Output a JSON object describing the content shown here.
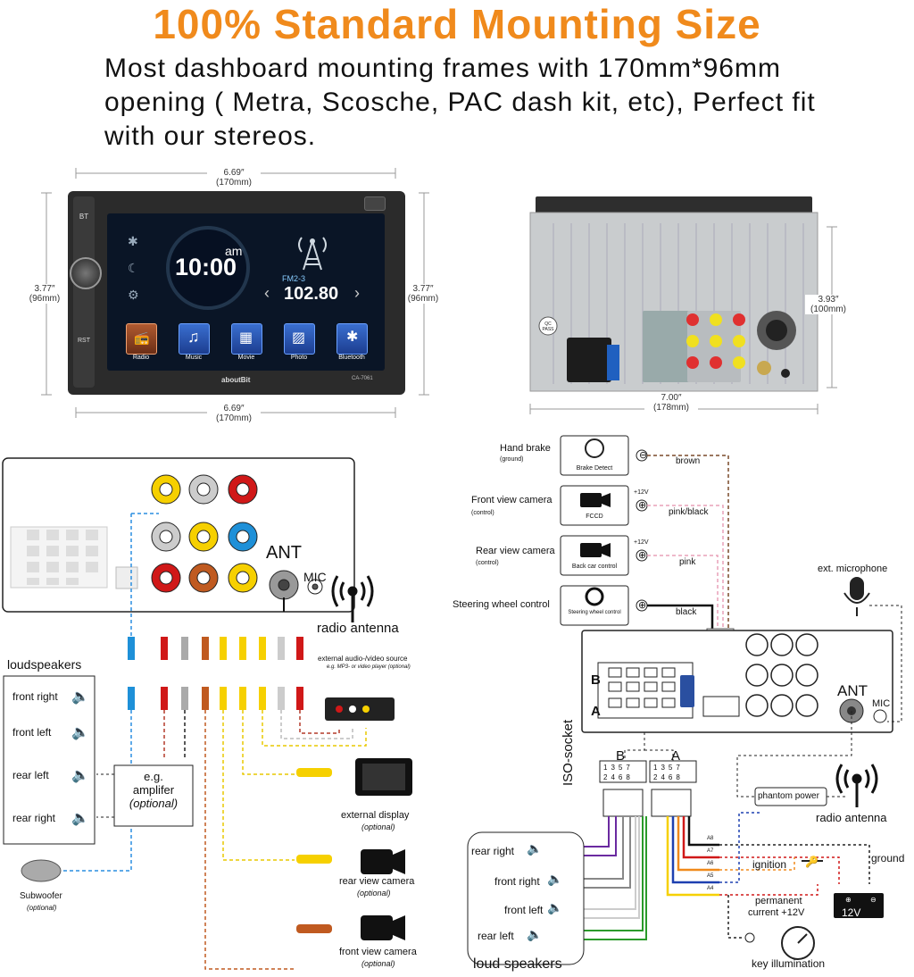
{
  "header": {
    "title": "100% Standard Mounting Size",
    "subtitle": "Most dashboard mounting frames with 170mm*96mm opening ( Metra, Scosche, PAC dash kit, etc), Perfect fit with our stereos."
  },
  "front_view": {
    "width_top_in": "6.69″",
    "width_top_mm": "(170mm)",
    "width_bottom_in": "6.69″",
    "width_bottom_mm": "(170mm)",
    "height_left_in": "3.77″",
    "height_left_mm": "(96mm)",
    "height_right_in": "3.77″",
    "height_right_mm": "(96mm)",
    "clock_ampm": "am",
    "clock_time": "10:00",
    "radio_band": "FM2-3",
    "radio_freq": "102.80",
    "apps": [
      "Radio",
      "Music",
      "Movie",
      "Photo",
      "Bluetooth"
    ],
    "brand": "aboutBit",
    "model": "CA-7061",
    "side_labels": [
      "BT",
      "RST"
    ]
  },
  "back_view": {
    "width_in": "7.00″",
    "width_mm": "(178mm)",
    "height_in": "3.93″",
    "height_mm": "(100mm)",
    "qc_label": "QC PASS"
  },
  "left_diagram": {
    "ant_label": "ANT",
    "mic_label": "MIC",
    "radio_antenna": "radio antenna",
    "loudspeakers_title": "loudspeakers",
    "speakers": [
      "front right",
      "front left",
      "rear left",
      "rear right"
    ],
    "amp_label_1": "e.g.",
    "amp_label_2": "amplifer",
    "amp_label_3": "(optional)",
    "subwoofer": "Subwoofer",
    "subwoofer_opt": "(optional)",
    "av_source_1": "external audio-/video source",
    "av_source_2": "e.g. MP3- or video player (optional)",
    "ext_display": "external display",
    "ext_display_opt": "(optional)",
    "rear_cam": "rear view camera",
    "rear_cam_opt": "(optional)",
    "front_cam": "front view camera",
    "front_cam_opt": "(optional)"
  },
  "right_diagram": {
    "inputs": [
      {
        "label": "Hand brake",
        "sub": "(ground)",
        "box": "Brake Detect",
        "sign": "⊖",
        "volt": "",
        "wire": "brown",
        "color": "#7a4a2a"
      },
      {
        "label": "Front view camera",
        "sub": "(control)",
        "box": "FCCD",
        "sign": "⊕",
        "volt": "+12V",
        "wire": "pink/black",
        "color": "#e8a0b8"
      },
      {
        "label": "Rear view camera",
        "sub": "(control)",
        "box": "Back car control",
        "sign": "⊕",
        "volt": "+12V",
        "wire": "pink",
        "color": "#e8a0b8"
      },
      {
        "label": "Steering wheel control",
        "sub": "",
        "box": "Steering wheel control",
        "sign": "⊕",
        "volt": "",
        "wire": "black",
        "color": "#111111"
      }
    ],
    "ext_microphone": "ext. microphone",
    "ant_label": "ANT",
    "mic_label": "MIC",
    "row_b": "B",
    "row_a": "A",
    "iso_socket": "ISO-socket",
    "block_b": "B",
    "block_a": "A",
    "pins_top": [
      "1",
      "3",
      "5",
      "7"
    ],
    "pins_bottom": [
      "2",
      "4",
      "6",
      "8"
    ],
    "pins_a": [
      "A8",
      "A7",
      "A6",
      "A5",
      "A4"
    ],
    "phantom_power": "phantom power",
    "radio_antenna": "radio antenna",
    "ignition": "ignition",
    "ground": "ground",
    "permanent_1": "permanent",
    "permanent_2": "current +12V",
    "battery": "12V",
    "key_illumination": "key illumination",
    "speakers": [
      "rear right",
      "front right",
      "front left",
      "rear left"
    ],
    "loud_speakers": "loud speakers"
  },
  "colors": {
    "accent": "#f08a1c",
    "dashed_blue": "#2a8ee0",
    "dashed_red": "#b33a2a"
  }
}
